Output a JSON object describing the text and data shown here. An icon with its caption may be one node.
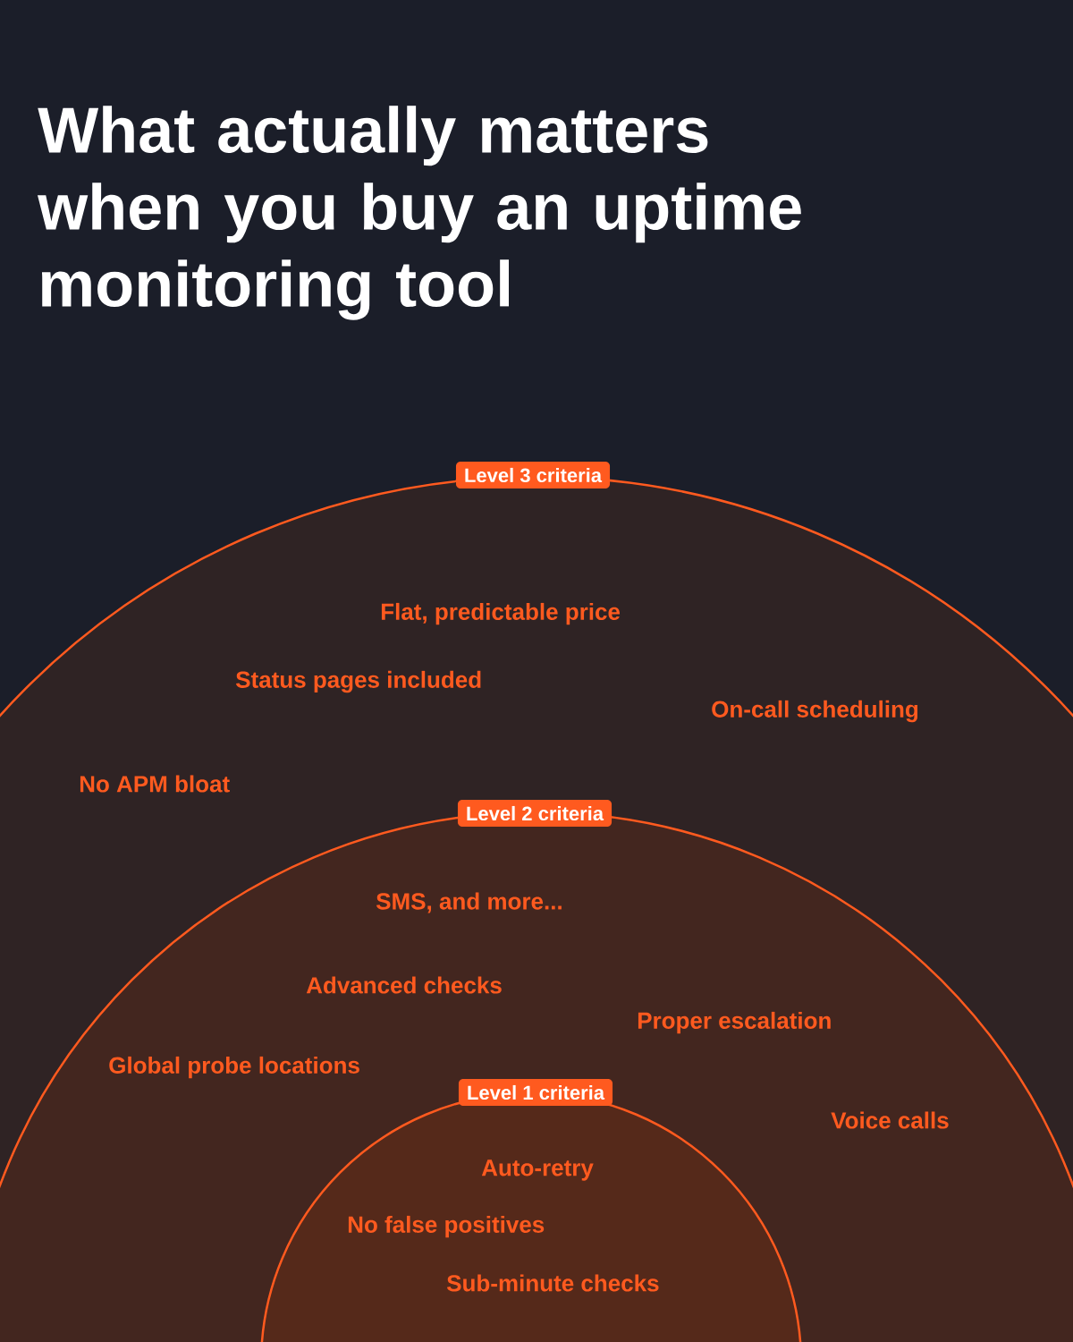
{
  "diagram": {
    "title": "What actually matters when you buy an uptime monitoring tool",
    "nodes": [
      {
        "text": [
          "Level 3 criteria",
          "Flat, predictable price",
          "Status pages included",
          "On-call scheduling",
          "No APM bloat"
        ]
      },
      {
        "text": [
          "Level 2 criteria",
          "SMS, and more...",
          "Advanced checks",
          "Proper escalation",
          "Global probe locations",
          "Voice calls"
        ],
        "in": 0
      },
      {
        "text": [
          "Level 1 criteria",
          "Auto-retry",
          "No false positives",
          "Sub-minute checks"
        ],
        "in": 1
      }
    ]
  }
}
